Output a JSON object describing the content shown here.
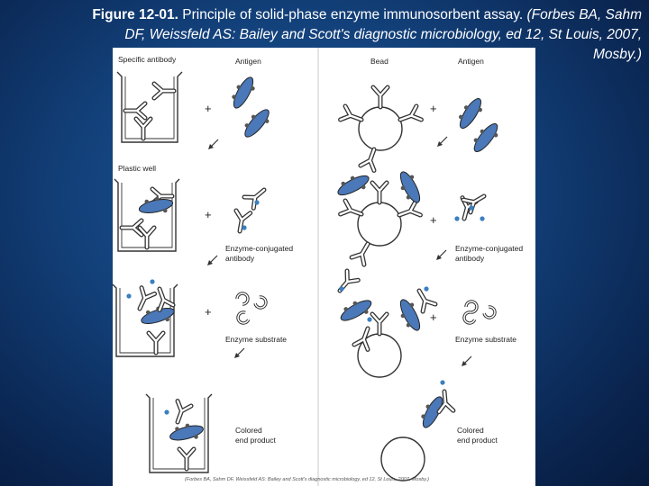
{
  "caption": {
    "label": "Figure 12-01.",
    "title": "Principle of solid-phase enzyme immunosorbent assay.",
    "citation": "(Forbes BA, Sahm DF, Weissfeld AS: Bailey and Scott's diagnostic microbiology, ed 12, St Louis, 2007, Mosby.)"
  },
  "figure": {
    "left_labels": {
      "specific_antibody": "Specific antibody",
      "antigen": "Antigen",
      "plastic_well": "Plastic well",
      "enzyme_conjugated": "Enzyme-conjugated",
      "antibody": "antibody",
      "enzyme_substrate": "Enzyme substrate",
      "colored": "Colored",
      "end_product": "end product"
    },
    "right_labels": {
      "bead": "Bead",
      "antigen": "Antigen",
      "enzyme_conjugated": "Enzyme-conjugated",
      "antibody": "antibody",
      "enzyme_substrate": "Enzyme substrate",
      "colored": "Colored",
      "end_product": "end product"
    },
    "plus_sign": "+",
    "credit": "(Forbes BA, Sahm DF, Weissfeld AS: Bailey and Scott's diagnostic microbiology, ed 12, St Louis, 2007, Mosby.)"
  },
  "colors": {
    "background": "#123f78",
    "antigen_fill": "#4a78b8",
    "enzyme_dot": "#3a7fc0",
    "line": "#333333"
  }
}
